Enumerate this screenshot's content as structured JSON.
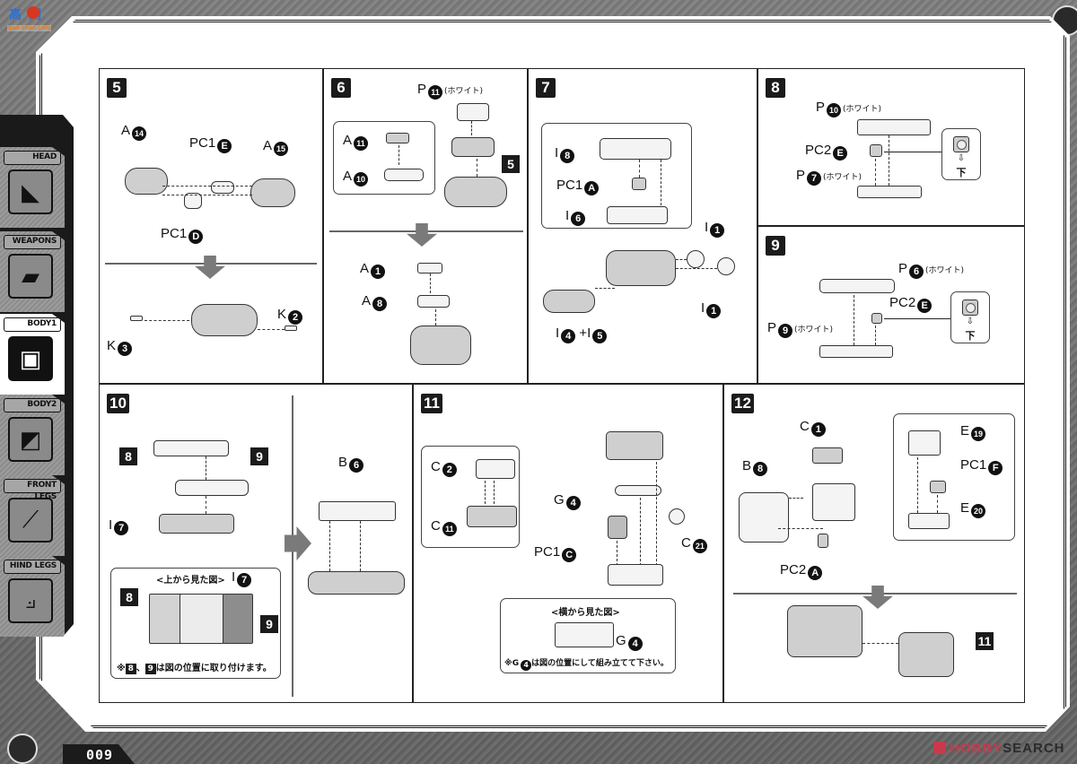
{
  "watermark": {
    "brand_cn": "高网",
    "url": "gao-shan.com"
  },
  "page": {
    "number": "009"
  },
  "footer_watermark": {
    "brand_red": "HOBBY",
    "brand_dark": "SEARCH"
  },
  "sidebar": {
    "tabs": [
      {
        "label": "HEAD",
        "icon": "head-icon",
        "active": false
      },
      {
        "label": "WEAPONS",
        "icon": "weapons-icon",
        "active": false
      },
      {
        "label": "BODY1",
        "icon": "body1-icon",
        "active": true
      },
      {
        "label": "BODY2",
        "icon": "body2-icon",
        "active": false
      },
      {
        "label": "FRONT LEGS",
        "icon": "front-legs-icon",
        "active": false
      },
      {
        "label": "HIND LEGS",
        "icon": "hind-legs-icon",
        "active": false
      }
    ]
  },
  "common": {
    "white_note": "(ホワイト)",
    "bottom_label": "下"
  },
  "steps": {
    "s5": {
      "number": "5",
      "labels": {
        "a14_prefix": "A",
        "a14": "14",
        "pc1e_prefix": "PC1",
        "pc1e": "E",
        "a15_prefix": "A",
        "a15": "15",
        "pc1d_prefix": "PC1",
        "pc1d": "D",
        "k3_prefix": "K",
        "k3": "3",
        "k2_prefix": "K",
        "k2": "2"
      }
    },
    "s6": {
      "number": "6",
      "labels": {
        "p11_prefix": "P",
        "p11": "11",
        "a11_prefix": "A",
        "a11": "11",
        "a10_prefix": "A",
        "a10": "10",
        "ref5": "5",
        "a1_prefix": "A",
        "a1": "1",
        "a8_prefix": "A",
        "a8": "8"
      }
    },
    "s7": {
      "number": "7",
      "labels": {
        "i8_prefix": "I",
        "i8": "8",
        "pc1a_prefix": "PC1",
        "pc1a": "A",
        "i6_prefix": "I",
        "i6": "6",
        "i1a_prefix": "I",
        "i1a": "1",
        "i1b_prefix": "I",
        "i1b": "1",
        "i4_prefix": "I",
        "i4": "4",
        "plus": "+",
        "i5_prefix": "I",
        "i5": "5"
      }
    },
    "s8": {
      "number": "8",
      "labels": {
        "p10_prefix": "P",
        "p10": "10",
        "pc2e_prefix": "PC2",
        "pc2e": "E",
        "p7_prefix": "P",
        "p7": "7"
      }
    },
    "s9": {
      "number": "9",
      "labels": {
        "p6_prefix": "P",
        "p6": "6",
        "pc2e_prefix": "PC2",
        "pc2e": "E",
        "p9_prefix": "P",
        "p9": "9"
      }
    },
    "s10": {
      "number": "10",
      "labels": {
        "ref8": "8",
        "ref9": "9",
        "i7_prefix": "I",
        "i7": "7",
        "b6_prefix": "B",
        "b6": "6"
      },
      "top_view_caption": "<上から見た図>",
      "top_view_i7_prefix": "I",
      "top_view_i7": "7",
      "top_view_ref8": "8",
      "top_view_ref9": "9",
      "note_prefix": "※",
      "note_ref8": "8",
      "note_sep": "、",
      "note_ref9": "9",
      "note_text": "は図の位置に取り付けます。"
    },
    "s11": {
      "number": "11",
      "labels": {
        "c2_prefix": "C",
        "c2": "2",
        "c11_prefix": "C",
        "c11": "11",
        "g4_prefix": "G",
        "g4": "4",
        "pc1c_prefix": "PC1",
        "pc1c": "C",
        "c21_prefix": "C",
        "c21": "21"
      },
      "side_view_caption": "<横から見た図>",
      "side_view_g4_prefix": "G",
      "side_view_g4": "4",
      "note_prefix": "※G",
      "note_ref": "4",
      "note_text": "は図の位置にして組み立てて下さい。"
    },
    "s12": {
      "number": "12",
      "labels": {
        "c1_prefix": "C",
        "c1": "1",
        "b8_prefix": "B",
        "b8": "8",
        "e19_prefix": "E",
        "e19": "19",
        "pc1f_prefix": "PC1",
        "pc1f": "F",
        "e20_prefix": "E",
        "e20": "20",
        "pc2a_prefix": "PC2",
        "pc2a": "A",
        "ref11": "11"
      }
    }
  }
}
